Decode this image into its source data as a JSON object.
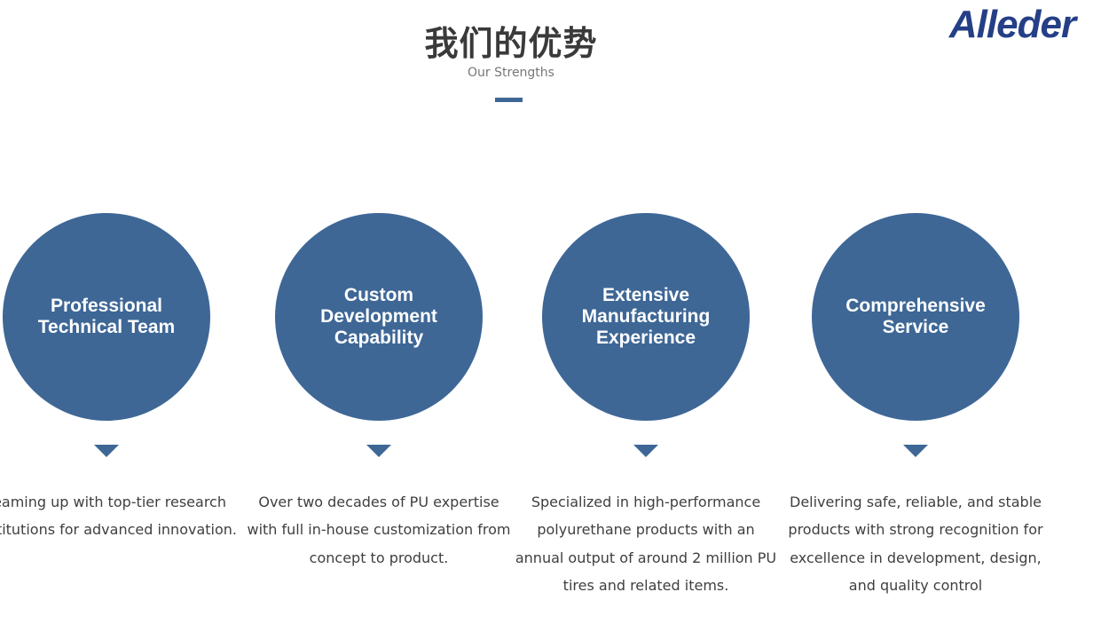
{
  "header": {
    "title": "我们的优势",
    "subtitle": "Our Strengths",
    "accent_color": "#3e6796"
  },
  "logo": {
    "text": "Alleder",
    "color": "#253f87"
  },
  "strengths": [
    {
      "title": "Professional\nTechnical Team",
      "description": "Teaming up with top-tier research institutions for advanced innovation."
    },
    {
      "title": "Custom\nDevelopment\nCapability",
      "description": "Over two decades of PU expertise with full in-house customization from concept to product."
    },
    {
      "title": "Extensive\nManufacturing\nExperience",
      "description": "Specialized in high-performance polyurethane products with an annual output of around 2 million PU tires and related items."
    },
    {
      "title": "Comprehensive\nService",
      "description": "Delivering safe, reliable, and stable products with strong recognition for excellence in development, design, and quality control"
    }
  ],
  "colors": {
    "circle": "#3e6796",
    "text": "#3f3f3f"
  },
  "icons": {
    "pointer": "triangle-down-icon"
  }
}
